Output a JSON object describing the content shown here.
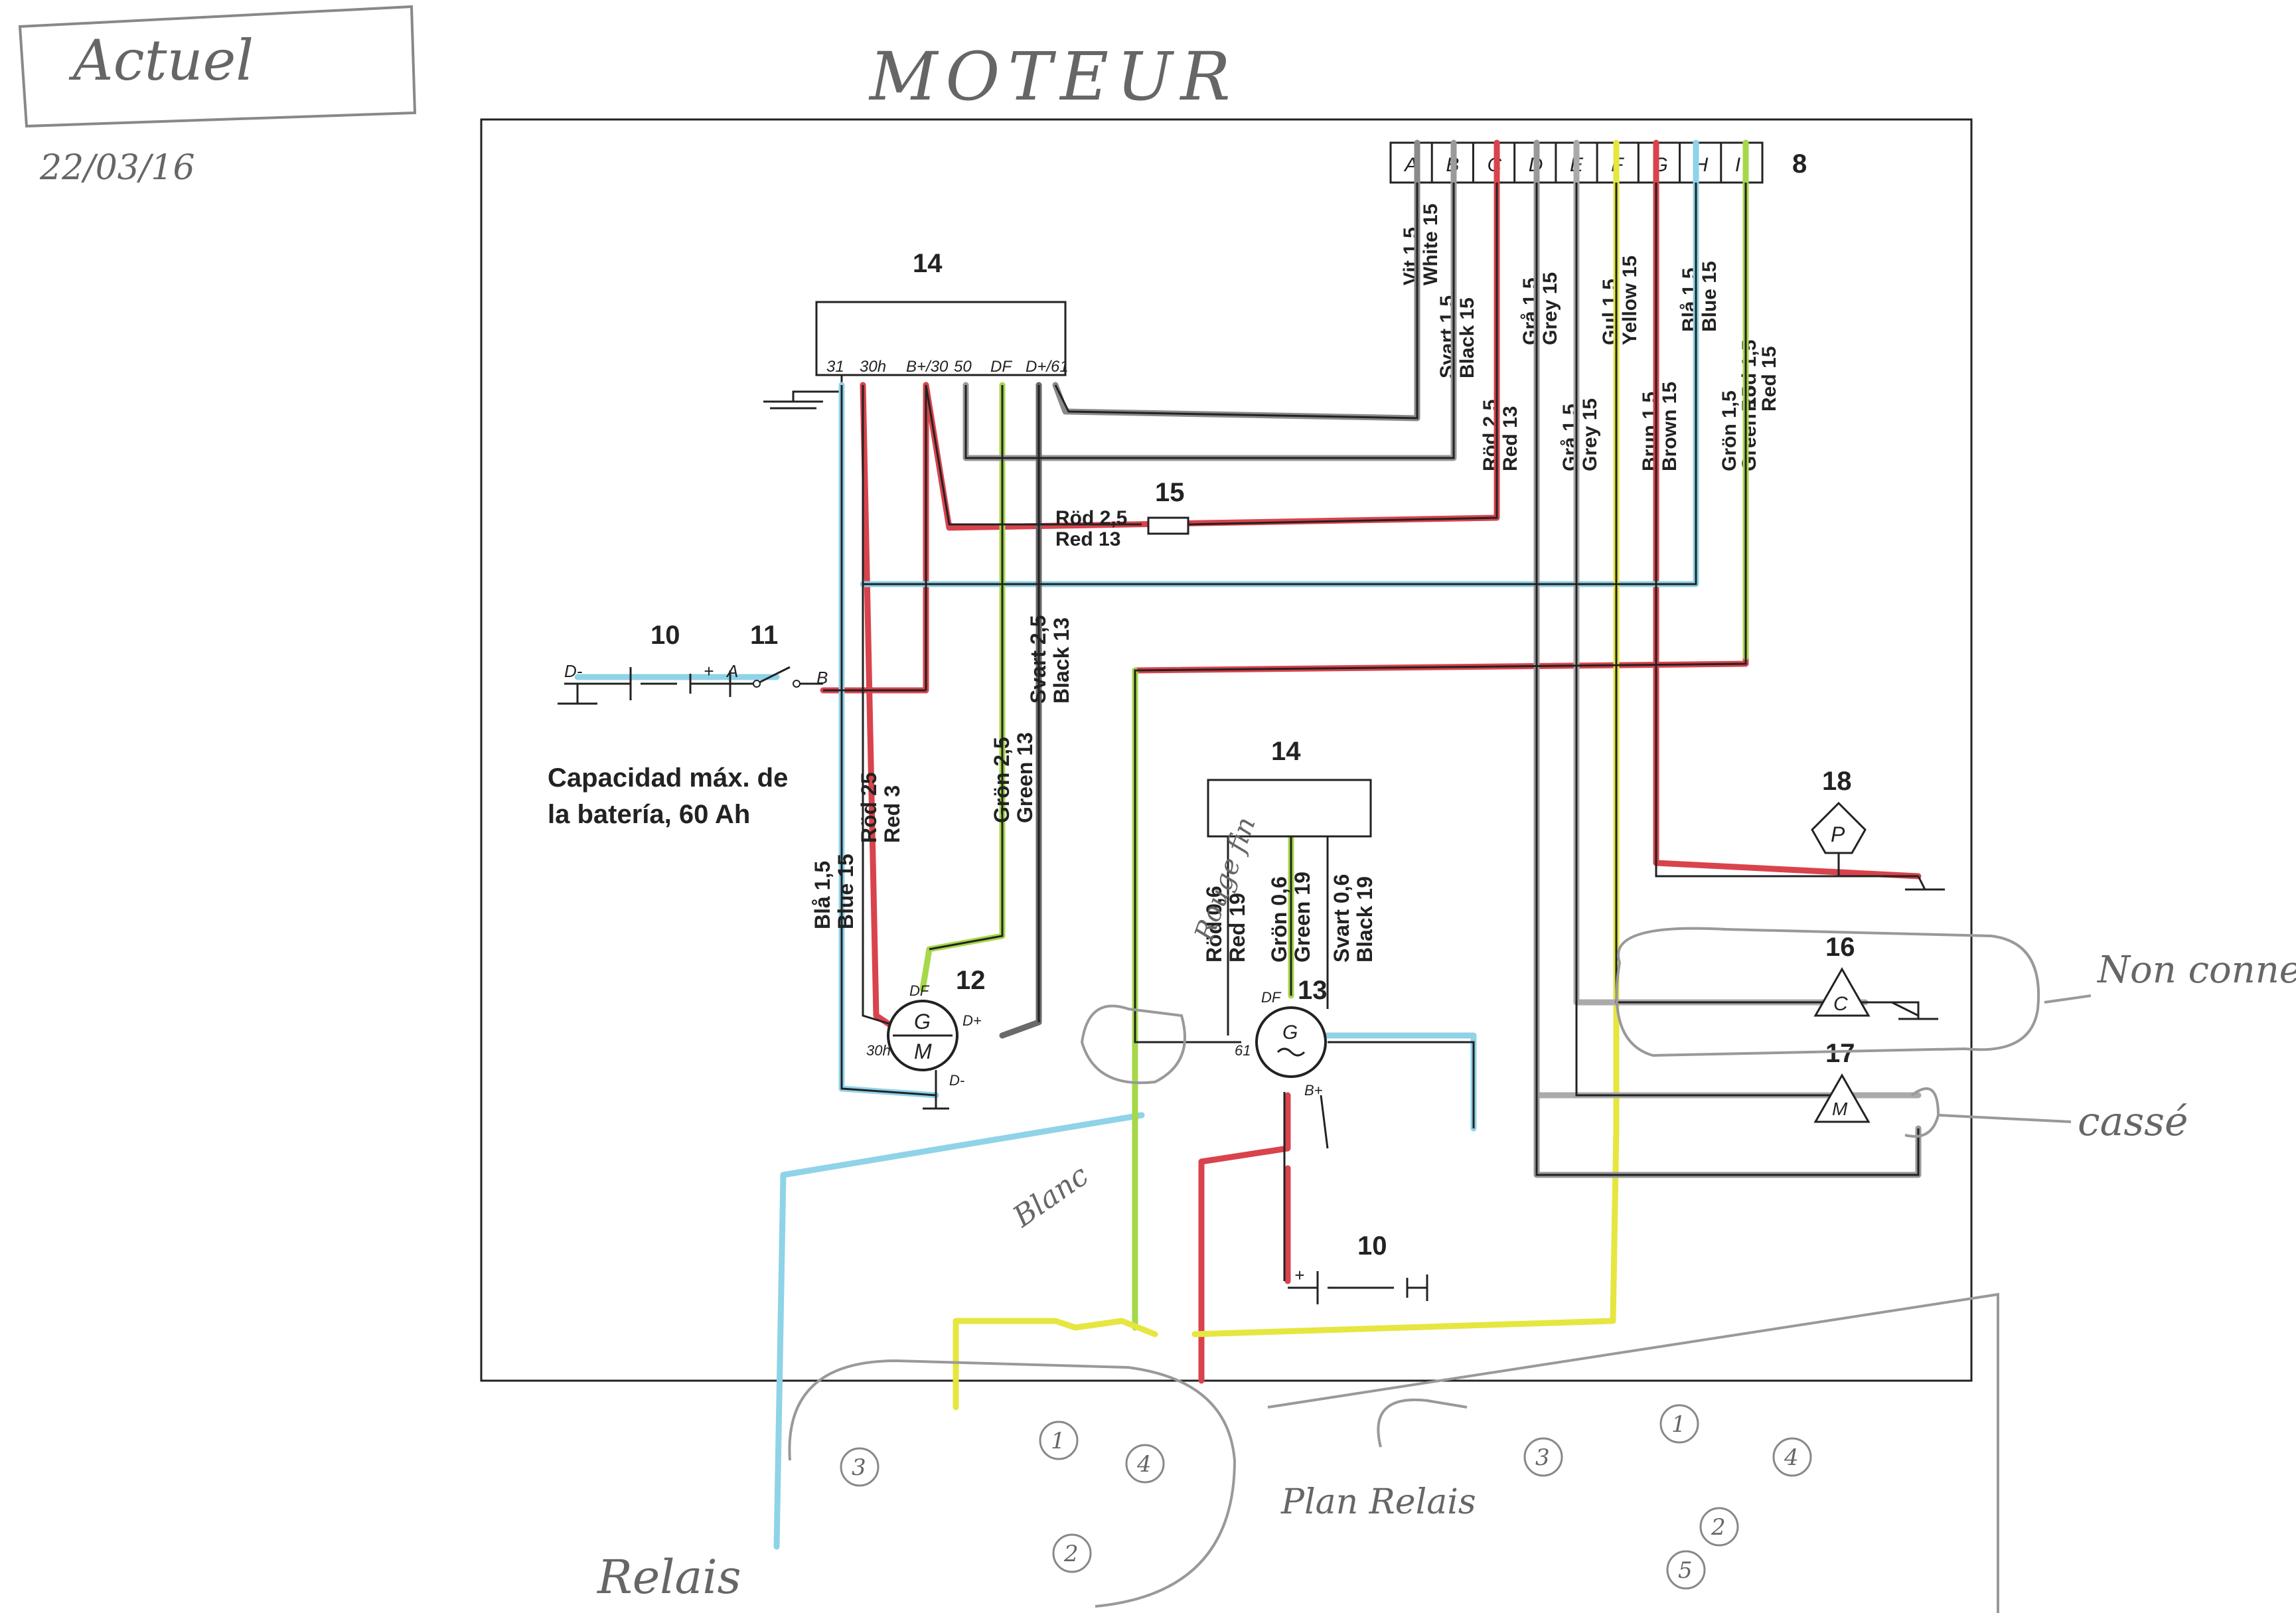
{
  "header": {
    "stamp": "Actuel",
    "date": "22/03/16",
    "title": "MOTEUR"
  },
  "connector8": {
    "number": "8",
    "pins": [
      "A",
      "B",
      "C",
      "D",
      "E",
      "F",
      "G",
      "H",
      "I"
    ],
    "wires": [
      {
        "sv": "Vit 1,5",
        "en": "White 15"
      },
      {
        "sv": "Svart 1,5",
        "en": "Black 15"
      },
      {
        "sv": "Röd 2,5",
        "en": "Red 13"
      },
      {
        "sv": "Grå 1,5",
        "en": "Grey 15"
      },
      {
        "sv": "Grå 1,5",
        "en": "Grey 15"
      },
      {
        "sv": "Gul 1,5",
        "en": "Yellow 15"
      },
      {
        "sv": "Brun 1,5",
        "en": "Brown 15"
      },
      {
        "sv": "Blå 1,5",
        "en": "Blue 15"
      },
      {
        "sv": "Grön 1,5",
        "en": "Green 15"
      },
      {
        "sv": "Röd 1,5",
        "en": "Red 15"
      }
    ]
  },
  "regulator14": {
    "number": "14",
    "terminals": [
      "31",
      "30h",
      "B+/30",
      "50",
      "DF",
      "D+/61"
    ]
  },
  "regulator14b": {
    "number": "14"
  },
  "fuse15": {
    "number": "15",
    "sv": "Röd 2,5",
    "en": "Red 13"
  },
  "battery10": {
    "number": "10",
    "neg": "D-",
    "pos": "+"
  },
  "switch11": {
    "number": "11",
    "a": "A",
    "b": "B"
  },
  "battery_note": "Capacidad máx. de la batería, 60 Ah",
  "starter12": {
    "number": "12",
    "symbol_top": "G",
    "symbol_bottom": "M",
    "terminals": [
      "DF",
      "D+",
      "30h",
      "D-"
    ]
  },
  "alternator13": {
    "number": "13",
    "symbol": "G",
    "terminals": [
      "DF",
      "61",
      "B+"
    ]
  },
  "vertical_wires": [
    {
      "sv": "Blå 1,5",
      "en": "Blue 15"
    },
    {
      "sv": "Röd 25",
      "en": "Red 3"
    },
    {
      "sv": "Grön 2,5",
      "en": "Green 13"
    },
    {
      "sv": "Svart 2,5",
      "en": "Black 13"
    },
    {
      "sv": "Röd 0,6",
      "en": "Red 19"
    },
    {
      "sv": "Grön 0,6",
      "en": "Green 19"
    },
    {
      "sv": "Svart 0,6",
      "en": "Black 19"
    }
  ],
  "battery10b": {
    "number": "10",
    "pos": "+"
  },
  "sender18": {
    "number": "18",
    "symbol": "P"
  },
  "sender16": {
    "number": "16",
    "symbol": "C"
  },
  "sender17": {
    "number": "17",
    "symbol": "M"
  },
  "annotations": {
    "non_connecte": "Non connecté",
    "casse": "cassé",
    "relais": "Relais",
    "plan_relais": "Plan Relais",
    "blanc": "Blanc",
    "rouge": "Rouge fin",
    "relay_pins_left": [
      "3",
      "1",
      "4",
      "2"
    ],
    "relay_pins_right": [
      "3",
      "1",
      "4",
      "2",
      "5"
    ]
  },
  "colors": {
    "red": "#d9434c",
    "blue": "#8fd3e8",
    "green": "#a6d84a",
    "yellow": "#e6e640",
    "grey": "#8a8a8a",
    "black": "#333333",
    "pencil": "#777777"
  }
}
